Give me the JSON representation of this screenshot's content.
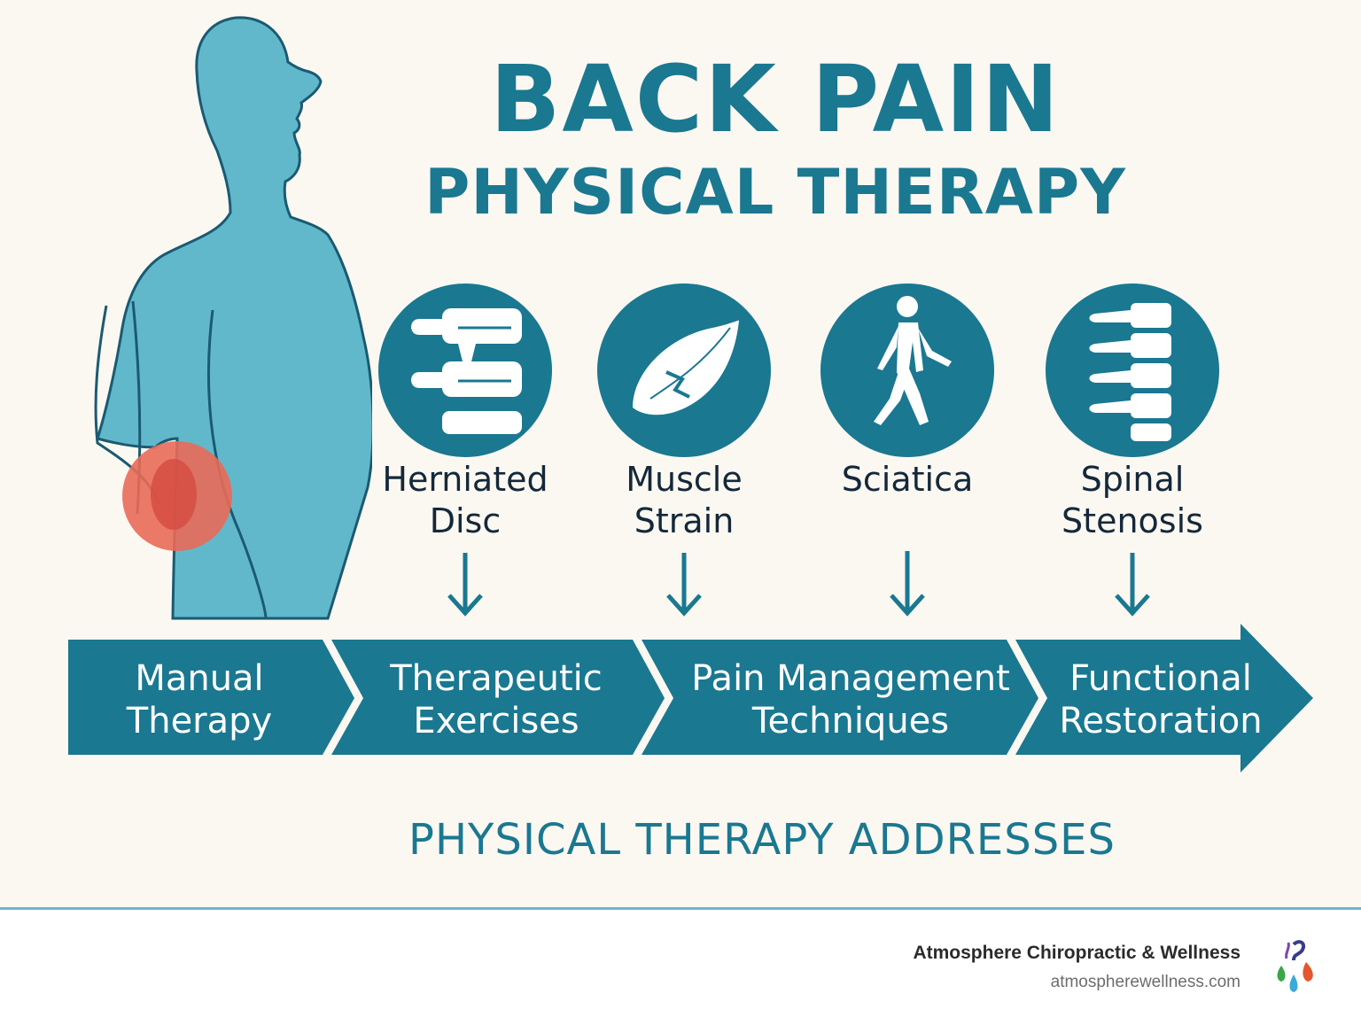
{
  "header": {
    "title": "BACK PAIN",
    "subtitle": "PHYSICAL THERAPY"
  },
  "conditions": [
    {
      "label": "Herniated\nDisc",
      "icon": "herniated-disc-icon"
    },
    {
      "label": "Muscle\nStrain",
      "icon": "muscle-strain-icon"
    },
    {
      "label": "Sciatica",
      "icon": "walking-person-icon"
    },
    {
      "label": "Spinal\nStenosis",
      "icon": "spine-icon"
    }
  ],
  "stages": [
    {
      "label": "Manual\nTherapy"
    },
    {
      "label": "Therapeutic\nExercises"
    },
    {
      "label": "Pain Management\nTechniques"
    },
    {
      "label": "Functional\nRestoration"
    }
  ],
  "caption": "PHYSICAL THERAPY ADDRESSES",
  "footer": {
    "brand": "Atmosphere Chiropractic & Wellness",
    "url": "atmospherewellness.com"
  },
  "colors": {
    "primary": "#1a7891",
    "body": "#62b8cb",
    "pain": "#e96a58",
    "background": "#fbf8f2"
  }
}
